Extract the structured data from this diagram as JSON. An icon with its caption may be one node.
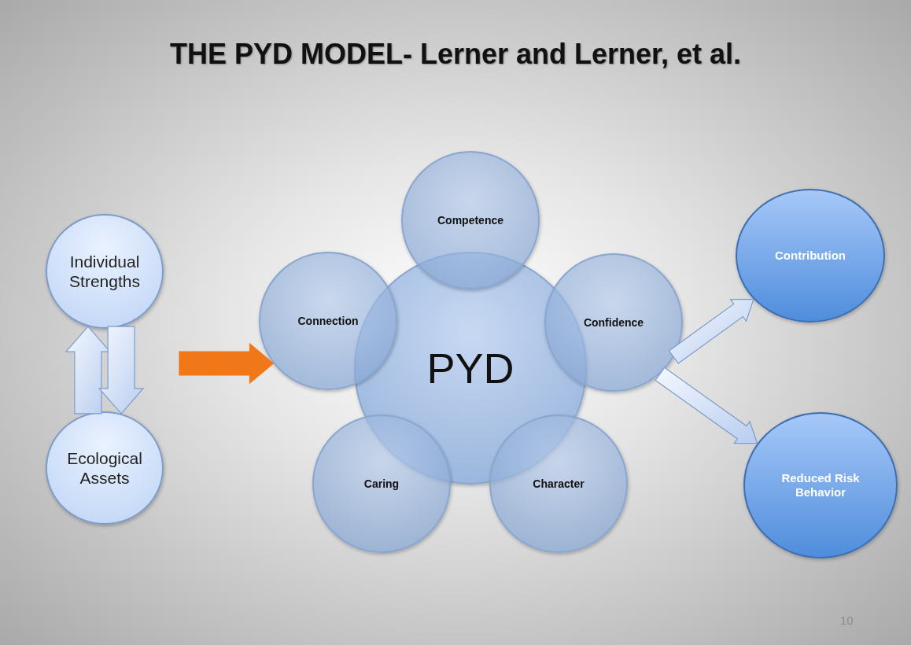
{
  "diagram": {
    "title": "THE PYD MODEL- Lerner and Lerner, et al.",
    "nodes": [
      {
        "text": [
          "Individual Strengths"
        ]
      },
      {
        "text": [
          "Ecological Assets"
        ]
      },
      {
        "text": [
          "PYD"
        ]
      },
      {
        "text": [
          "Competence"
        ]
      },
      {
        "text": [
          "Connection"
        ]
      },
      {
        "text": [
          "Confidence"
        ]
      },
      {
        "text": [
          "Caring"
        ]
      },
      {
        "text": [
          "Character"
        ]
      },
      {
        "text": [
          "Contribution"
        ]
      },
      {
        "text": [
          "Reduced Risk Behavior"
        ]
      }
    ],
    "edges": [
      {
        "from": 1,
        "to": 0,
        "arrow": "to"
      },
      {
        "from": 0,
        "to": 1,
        "arrow": "to"
      },
      {
        "from": null,
        "to": 4,
        "arrow": "to",
        "color": "#f07818"
      },
      {
        "from": 5,
        "to": 8,
        "arrow": "to"
      },
      {
        "from": 5,
        "to": 9,
        "arrow": "to"
      }
    ],
    "labels": [
      "10"
    ]
  }
}
